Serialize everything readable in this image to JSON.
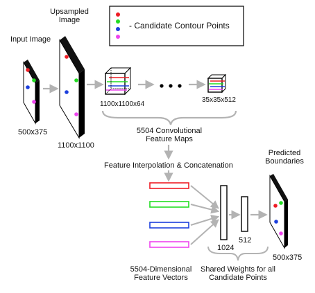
{
  "legend": {
    "text": "- Candidate Contour Points",
    "dots": [
      "#ee1c24",
      "#22dd22",
      "#1c3fdd",
      "#ee44ee"
    ]
  },
  "labels": {
    "input_image": "Input Image",
    "upsampled_line1": "Upsampled",
    "upsampled_line2": "Image",
    "size_500x375": "500x375",
    "size_1100x1100": "1100x1100",
    "cube1_size": "1100x1100x64",
    "cube2_size": "35x35x512",
    "conv_maps_line1": "5504 Convolutional",
    "conv_maps_line2": "Feature Maps",
    "interp_concat": "Feature Interpolation & Concatenation",
    "layer_1024": "1024",
    "layer_512": "512",
    "predicted_line1": "Predicted",
    "predicted_line2": "Boundaries",
    "output_size": "500x375",
    "feat_vec_line1": "5504-Dimensional",
    "feat_vec_line2": "Feature Vectors",
    "shared_line1": "Shared Weights for all",
    "shared_line2": "Candidate Points"
  },
  "colors": {
    "red": "#ee1c24",
    "green": "#22dd22",
    "blue": "#1c3fdd",
    "magenta": "#ee44ee",
    "arrow": "#b3b3b3"
  }
}
